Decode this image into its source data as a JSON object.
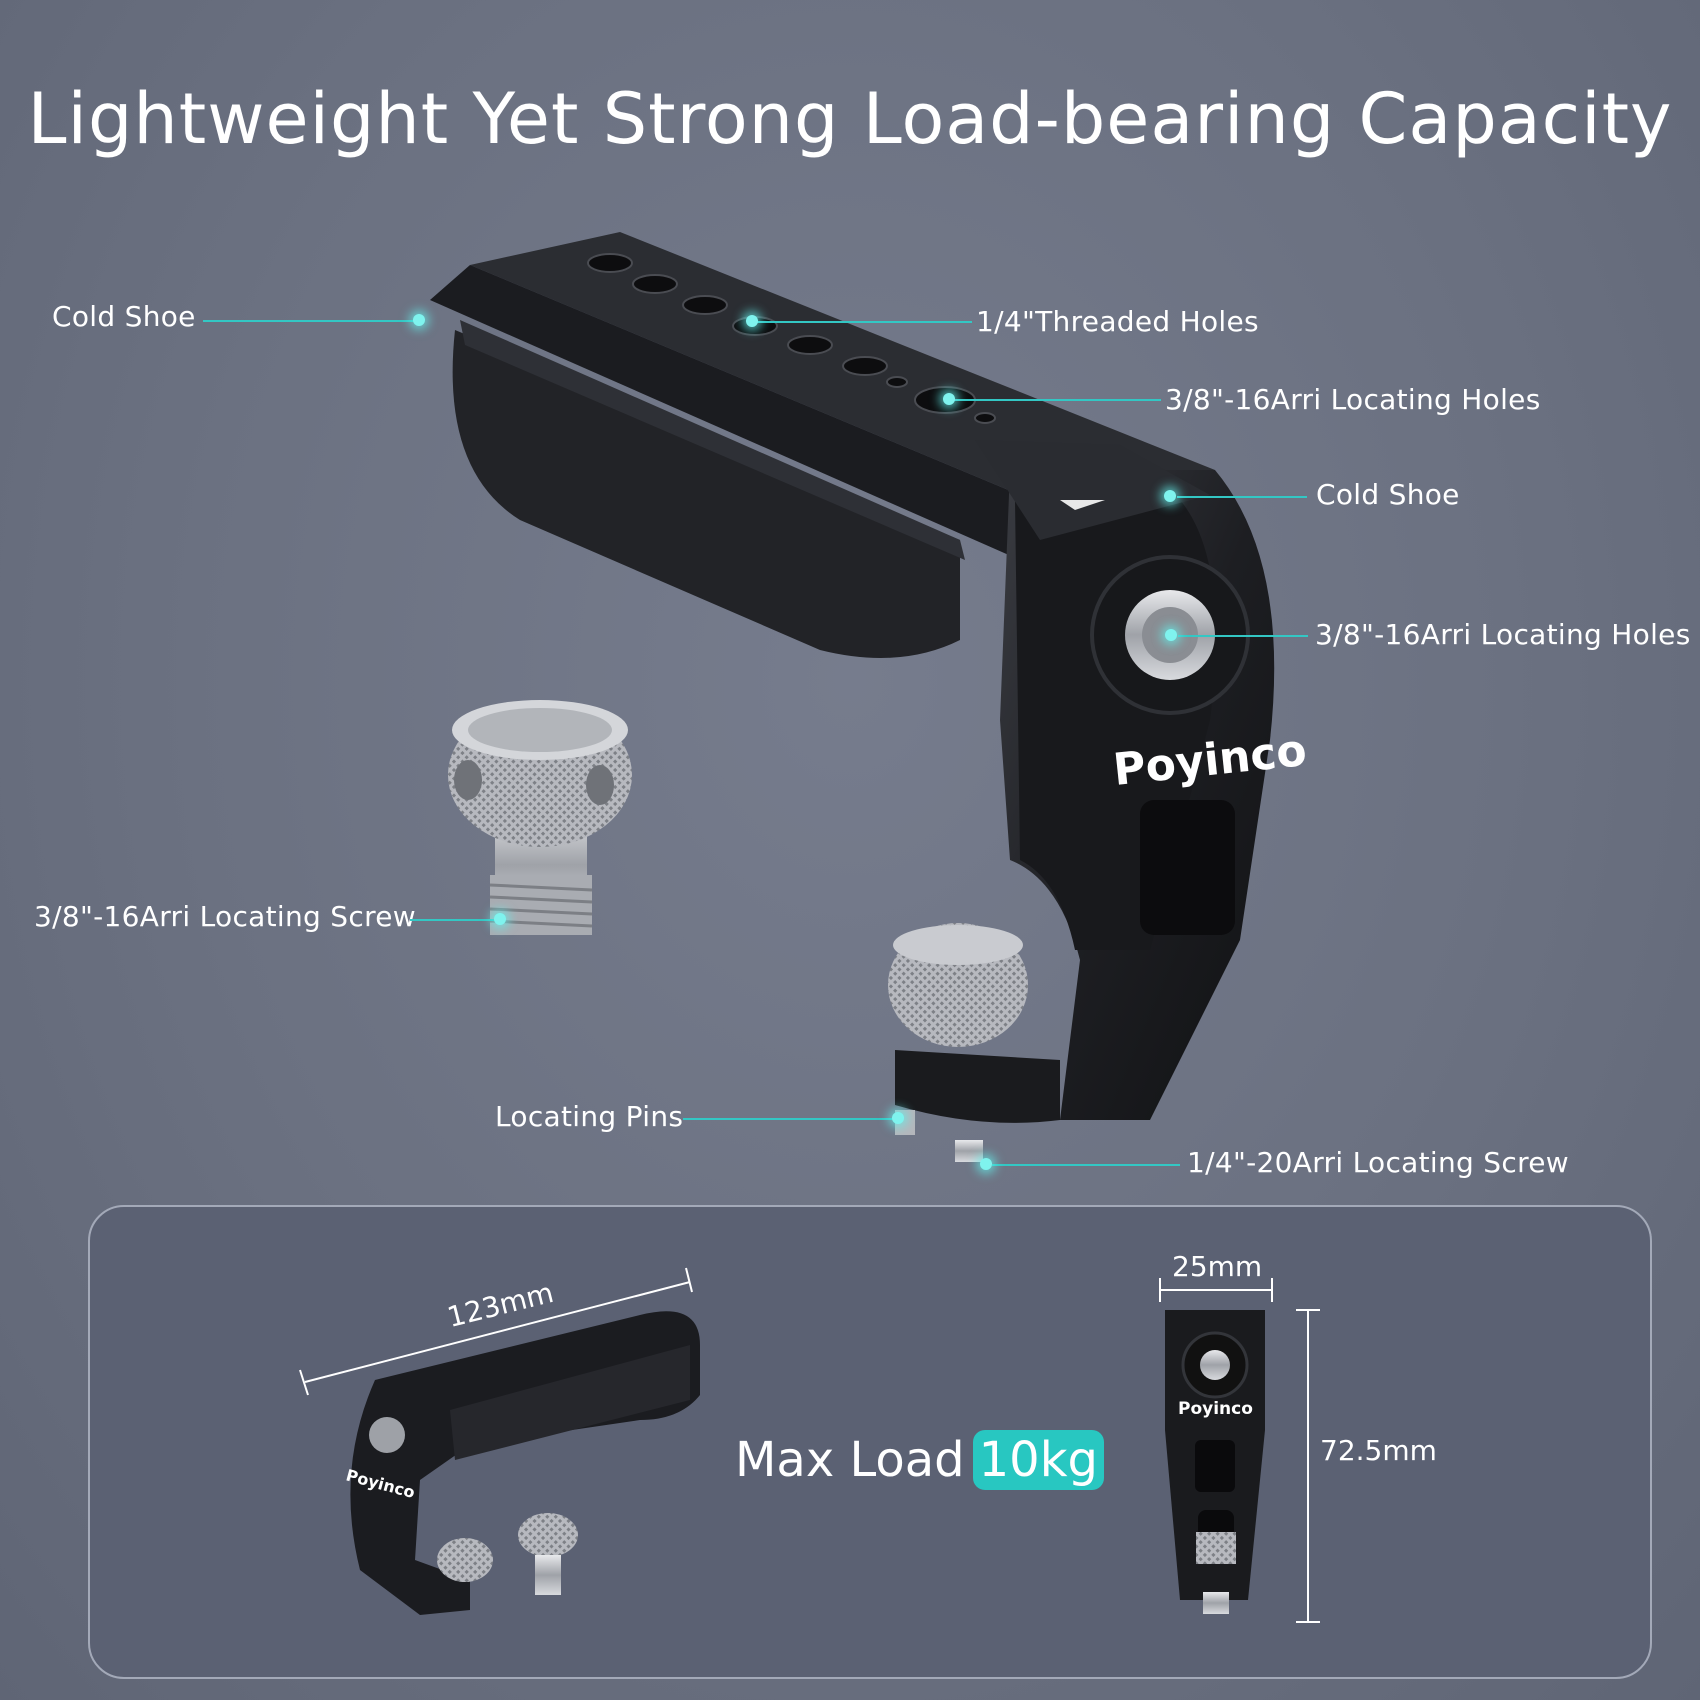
{
  "title": "Lightweight Yet Strong Load-bearing Capacity",
  "callouts": {
    "cold_shoe_left": "Cold Shoe",
    "threaded_holes": "1/4\"Threaded Holes",
    "arri_holes_top": "3/8\"-16Arri Locating Holes",
    "cold_shoe_right": "Cold Shoe",
    "arri_holes_side": "3/8\"-16Arri Locating Holes",
    "arri_screw": "3/8\"-16Arri Locating Screw",
    "locating_pins": "Locating Pins",
    "arri_screw_bottom": "1/4\"-20Arri Locating Screw"
  },
  "brand": "Poyinco",
  "specs": {
    "max_load_label": "Max Load",
    "max_load_value": "10kg",
    "length": "123mm",
    "width": "25mm",
    "height": "72.5mm"
  },
  "colors": {
    "accent": "#28c7c1",
    "background": "#6b7181"
  }
}
